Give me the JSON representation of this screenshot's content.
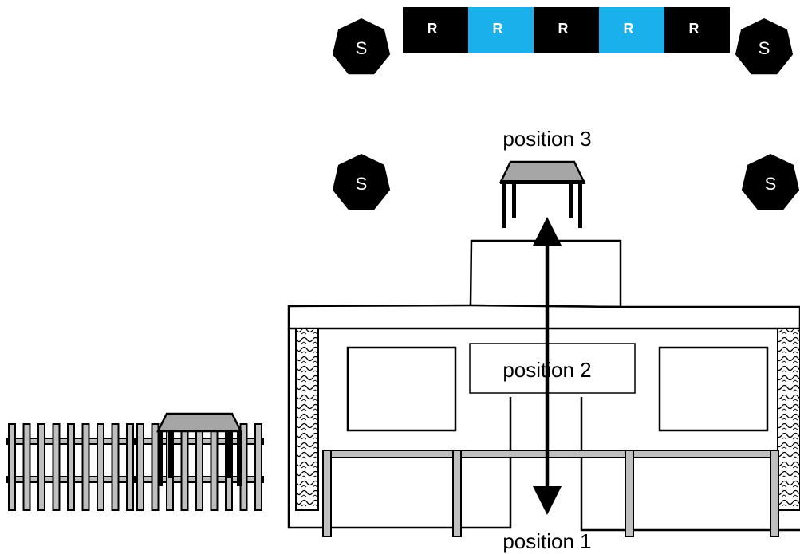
{
  "labels": {
    "position_1": "position 1",
    "position_2": "position 2",
    "position_3": "position 3"
  },
  "speaker_label": "S",
  "receiver_label": "R",
  "receivers": [
    {
      "label": "R",
      "color": "#000000",
      "text_color": "#ffffff"
    },
    {
      "label": "R",
      "color": "#1ab0ec",
      "text_color": "#ffffff"
    },
    {
      "label": "R",
      "color": "#000000",
      "text_color": "#ffffff"
    },
    {
      "label": "R",
      "color": "#1ab0ec",
      "text_color": "#ffffff"
    },
    {
      "label": "R",
      "color": "#000000",
      "text_color": "#ffffff"
    }
  ],
  "colors": {
    "speaker_fill": "#000000",
    "table_top": "#a6a6a6",
    "fence": "#bfbfbf",
    "outline": "#000000",
    "accent_blue": "#1ab0ec"
  }
}
